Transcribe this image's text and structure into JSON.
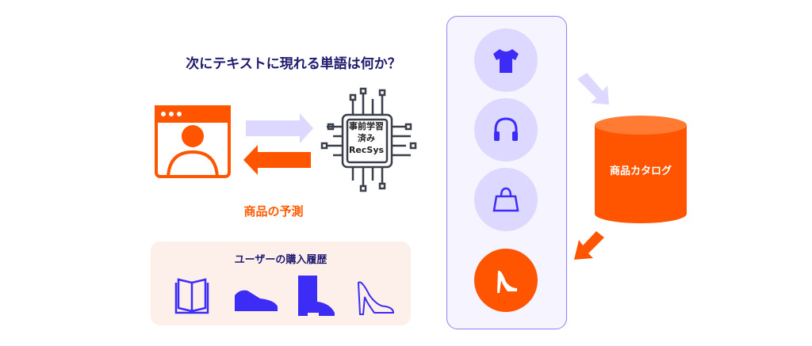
{
  "title": "次にテキストに現れる単語は何か？",
  "model": {
    "line1": "事前学習",
    "line2": "済み",
    "line3": "RecSys"
  },
  "prediction_label": "商品の予測",
  "history": {
    "title": "ユーザーの購入履歴",
    "items": [
      "book-icon",
      "sneaker-icon",
      "boot-icon",
      "high-heel-icon"
    ]
  },
  "candidates": [
    "tshirt-icon",
    "headphones-icon",
    "handbag-icon",
    "high-heel-icon"
  ],
  "catalog_label": "商品カタログ",
  "colors": {
    "orange": "#ff5500",
    "navy": "#1f1a6e",
    "lavender": "#dcd8ff",
    "purple": "#3d2cf5"
  }
}
